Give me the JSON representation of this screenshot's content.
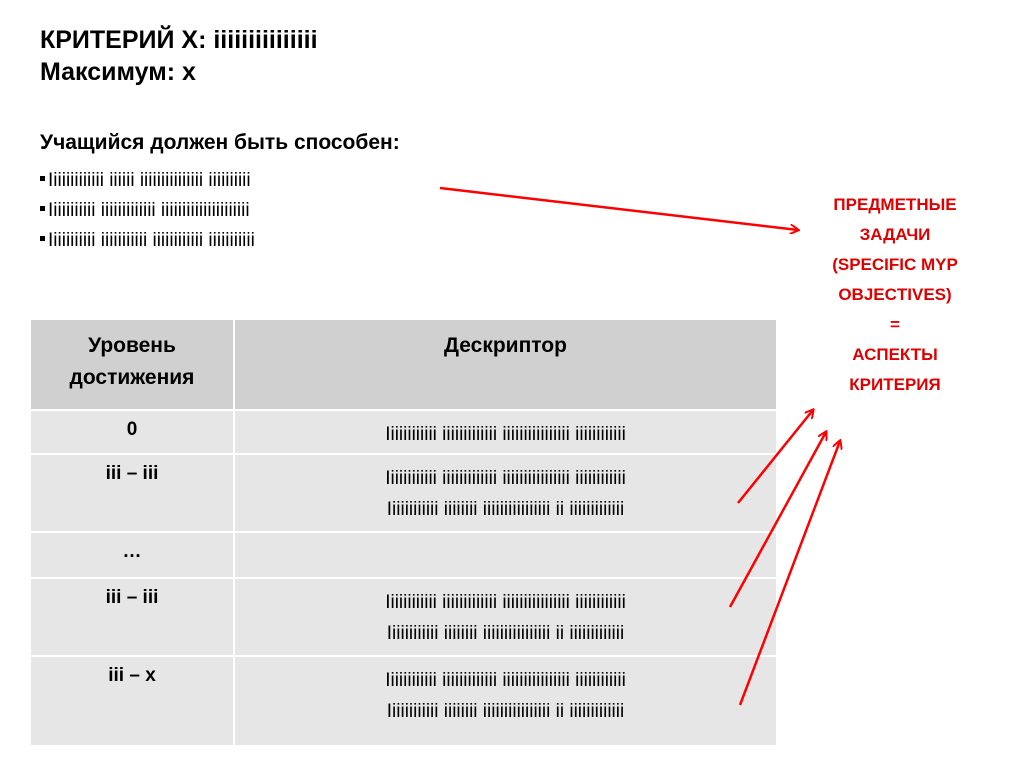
{
  "title": {
    "line1": "КРИТЕРИЙ X: iiiiiiiiiiiiiii",
    "line2": "Максимум: x"
  },
  "subheading": "Учащийся должен быть способен:",
  "bullets": [
    "Iiiiiiiiiiiii iiiiii iiiiiiiiiiiiiii iiiiiiiiii",
    "Iiiiiiiiiii iiiiiiiiiiiii iiiiiiiiiiiiiiiiiiiii",
    "Iiiiiiiiiii iiiiiiiiiii iiiiiiiiiiii iiiiiiiiiii"
  ],
  "callout": {
    "lines": [
      "ПРЕДМЕТНЫЕ",
      "ЗАДАЧИ",
      "(SPECIFIC MYP",
      "OBJECTIVES)",
      "=",
      "АСПЕКТЫ",
      "КРИТЕРИЯ"
    ],
    "color": "#e00000"
  },
  "table": {
    "headers": {
      "level_line1": "Уровень",
      "level_line2": "достижения",
      "descriptor": "Дескриптор"
    },
    "rows": [
      {
        "level": "0",
        "desc1": "Iiiiiiiiiiii iiiiiiiiiiiii iiiiiiiiiiiiiiii iiiiiiiiiiii",
        "desc2": ""
      },
      {
        "level": "iii – iii",
        "desc1": "Iiiiiiiiiiii iiiiiiiiiiiii iiiiiiiiiiiiiiii iiiiiiiiiiii",
        "desc2": "Iiiiiiiiiiii iiiiiiii iiiiiiiiiiiiiiii ii iiiiiiiiiiiii"
      },
      {
        "level": "…",
        "desc1": "",
        "desc2": ""
      },
      {
        "level": "iii – iii",
        "desc1": "Iiiiiiiiiiii iiiiiiiiiiiii iiiiiiiiiiiiiiii iiiiiiiiiiii",
        "desc2": "Iiiiiiiiiiii iiiiiiii iiiiiiiiiiiiiiii ii iiiiiiiiiiiii"
      },
      {
        "level": "iii –  x",
        "desc1": "Iiiiiiiiiiii iiiiiiiiiiiii iiiiiiiiiiiiiiii iiiiiiiiiiii",
        "desc2": "Iiiiiiiiiiii iiiiiiii iiiiiiiiiiiiiiii ii iiiiiiiiiiiii"
      }
    ]
  },
  "colors": {
    "header_bg": "#d0d0d0",
    "row_bg": "#e6e6e6",
    "arrow": "#ff0000"
  }
}
